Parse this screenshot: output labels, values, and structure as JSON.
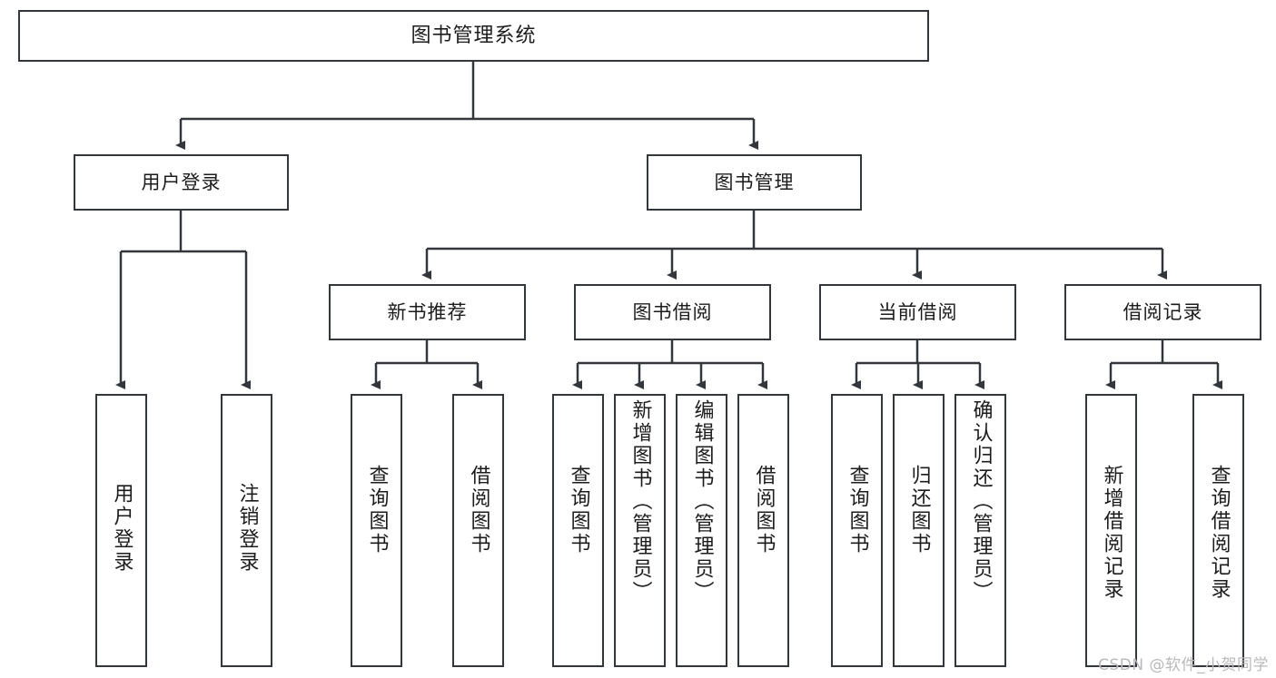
{
  "diagram": {
    "type": "tree",
    "title": "图书管理系统",
    "colors": {
      "box_border": "#33363b",
      "box_fill": "#ffffff",
      "line": "#33363b",
      "text": "#1c1c1c",
      "watermark": "#b9b9b9"
    },
    "nodes": {
      "root": {
        "label": "图书管理系统"
      },
      "level2": [
        {
          "id": "user-login",
          "label": "用户登录"
        },
        {
          "id": "book-manage",
          "label": "图书管理"
        }
      ],
      "level3": [
        {
          "id": "new-book-recommend",
          "label": "新书推荐"
        },
        {
          "id": "book-borrow",
          "label": "图书借阅"
        },
        {
          "id": "current-borrow",
          "label": "当前借阅"
        },
        {
          "id": "borrow-record",
          "label": "借阅记录"
        }
      ],
      "leaves": [
        {
          "id": "leaf-user-login",
          "parent": "user-login",
          "label": "用户登录"
        },
        {
          "id": "leaf-logout-login",
          "parent": "user-login",
          "label": "注销登录"
        },
        {
          "id": "leaf-query-book-1",
          "parent": "new-book-recommend",
          "label": "查询图书"
        },
        {
          "id": "leaf-borrow-book-1",
          "parent": "new-book-recommend",
          "label": "借阅图书"
        },
        {
          "id": "leaf-query-book-2",
          "parent": "book-borrow",
          "label": "查询图书"
        },
        {
          "id": "leaf-add-book",
          "parent": "book-borrow",
          "label": "新增图书（管理员）"
        },
        {
          "id": "leaf-edit-book",
          "parent": "book-borrow",
          "label": "编辑图书（管理员）"
        },
        {
          "id": "leaf-borrow-book-2",
          "parent": "book-borrow",
          "label": "借阅图书"
        },
        {
          "id": "leaf-query-book-3",
          "parent": "current-borrow",
          "label": "查询图书"
        },
        {
          "id": "leaf-return-book",
          "parent": "current-borrow",
          "label": "归还图书"
        },
        {
          "id": "leaf-confirm-return",
          "parent": "current-borrow",
          "label": "确认归还（管理员）"
        },
        {
          "id": "leaf-add-borrow-record",
          "parent": "borrow-record",
          "label": "新增借阅记录"
        },
        {
          "id": "leaf-query-borrow-record",
          "parent": "borrow-record",
          "label": "查询借阅记录"
        }
      ]
    },
    "watermark": "CSDN @软件_小贺同学"
  }
}
